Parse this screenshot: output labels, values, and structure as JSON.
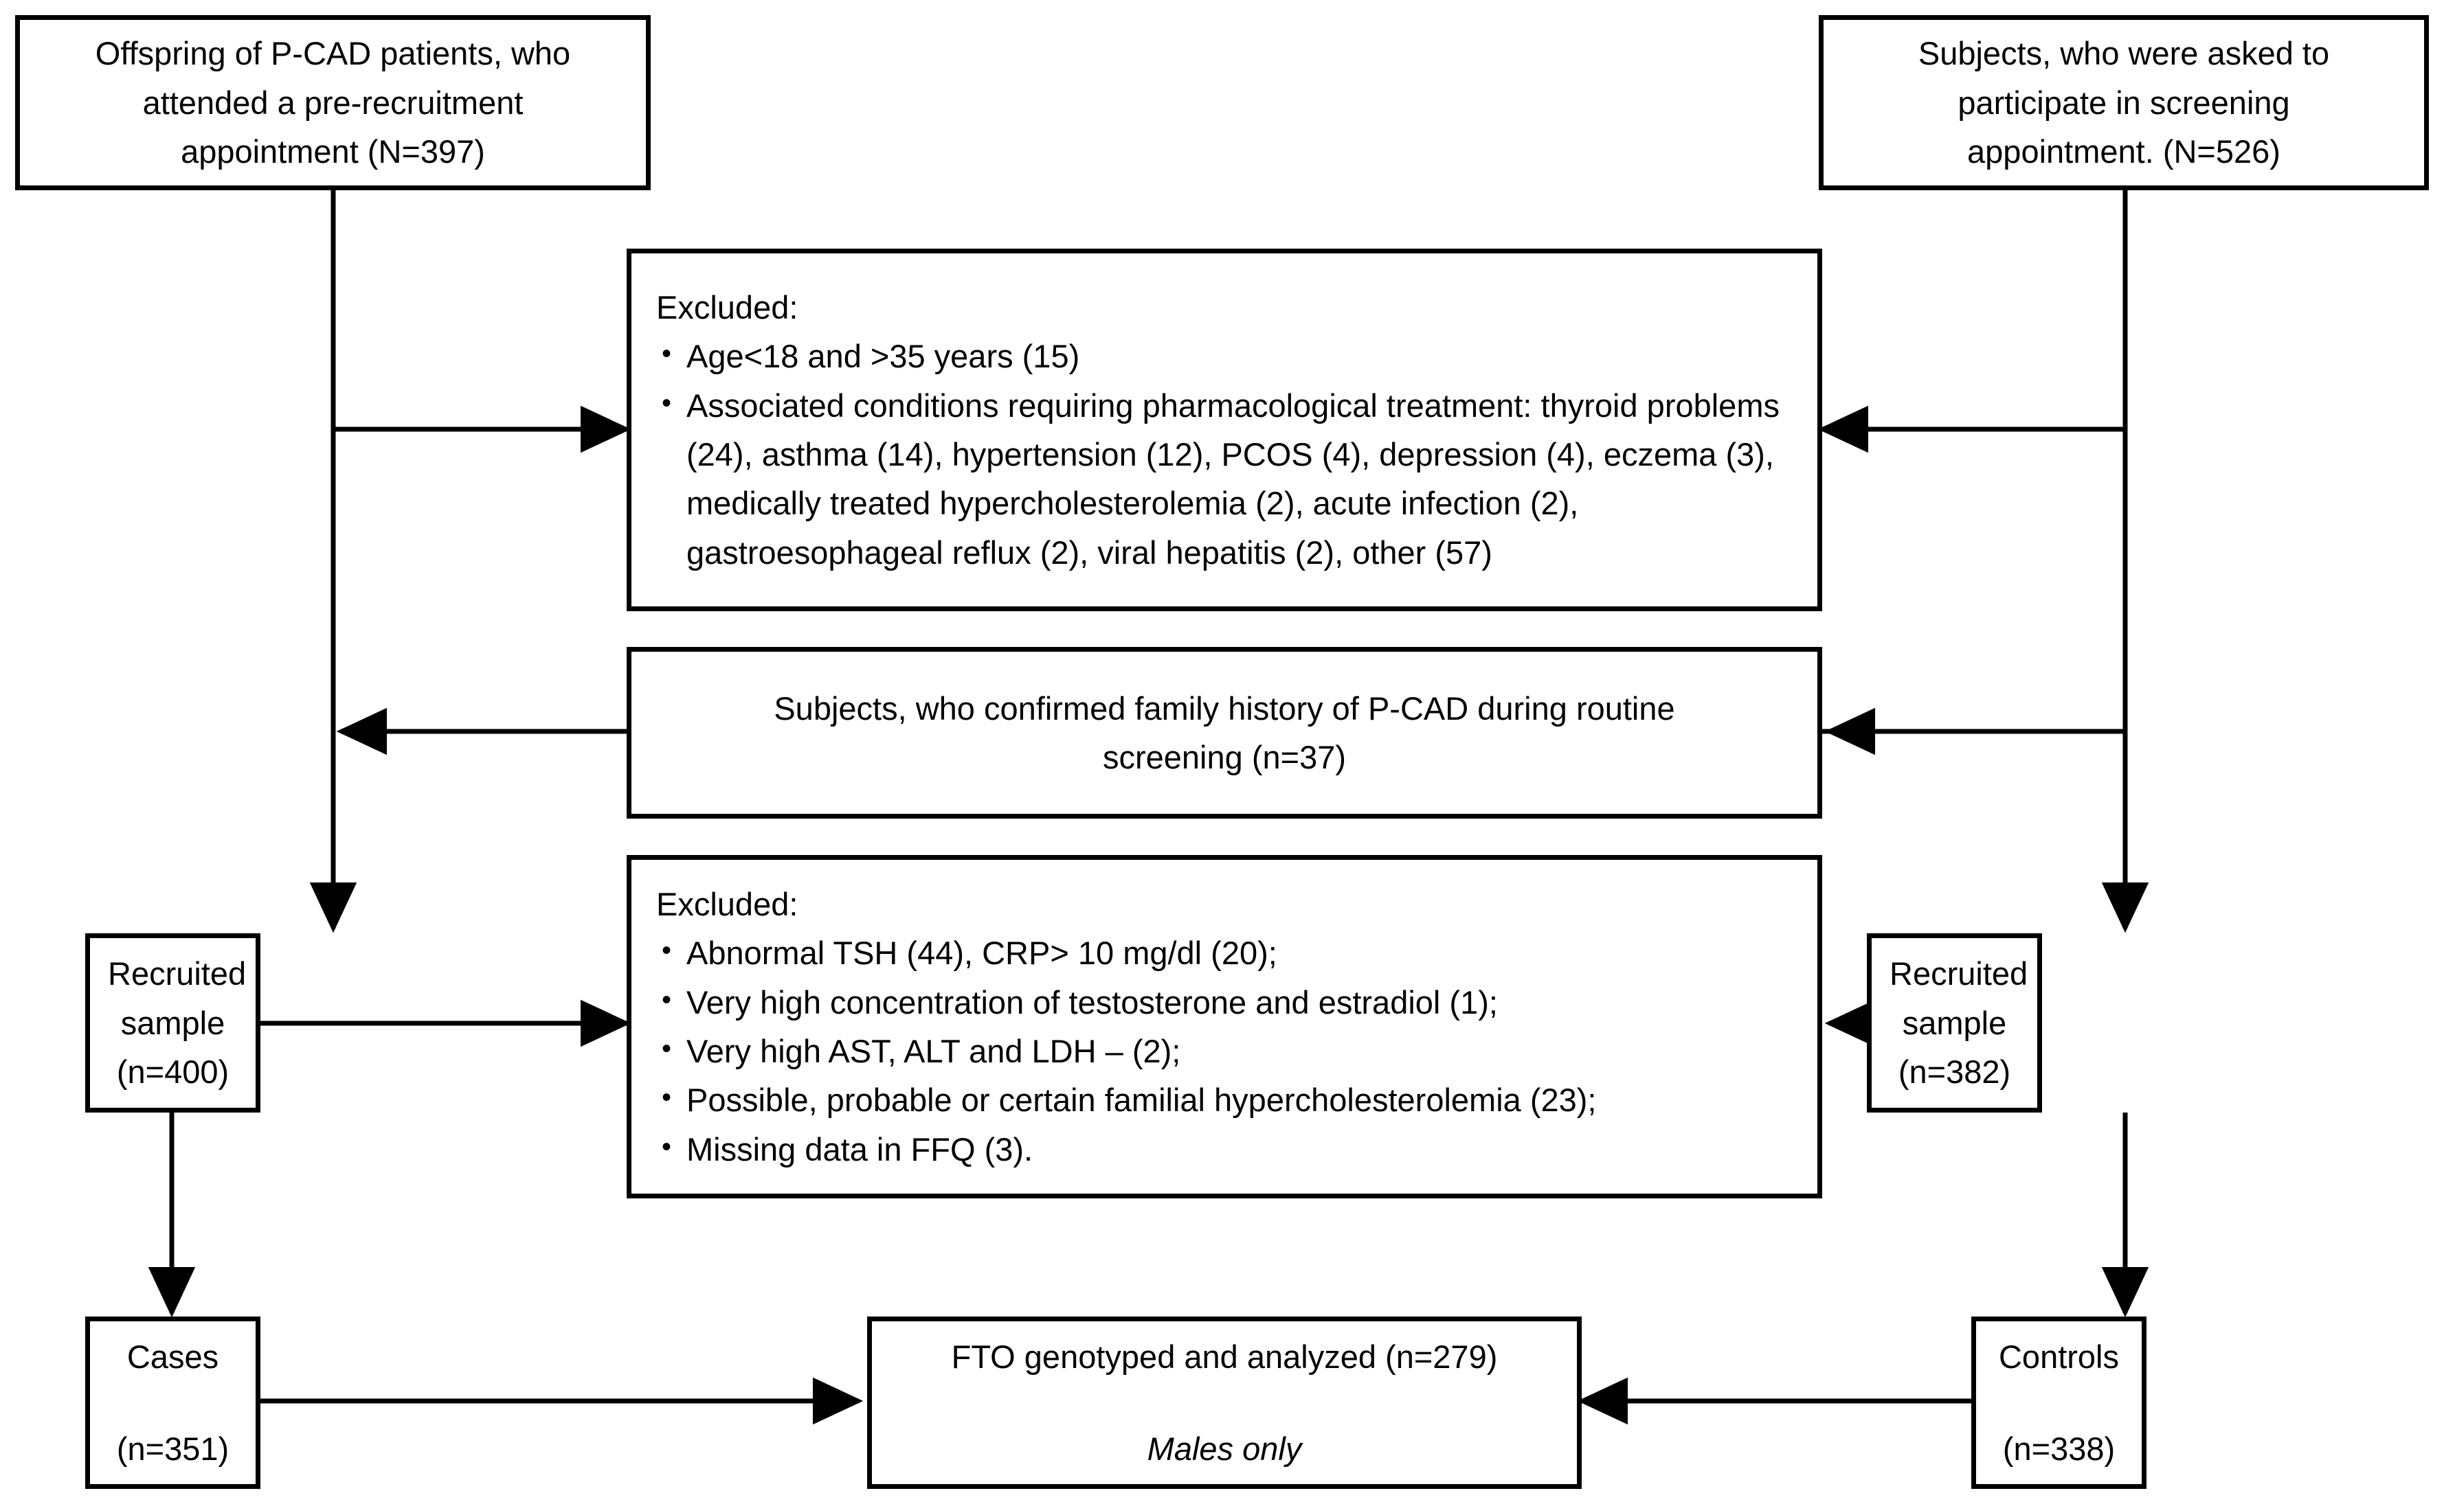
{
  "figure": {
    "type": "flowchart",
    "title": "Study recruitment flow diagram",
    "stroke_color": "#000000",
    "background_color": "#ffffff"
  },
  "nodes": {
    "source_cases": {
      "lines": [
        "Offspring of P-CAD patients, who",
        "attended a pre-recruitment",
        "appointment (N=397)"
      ]
    },
    "source_controls": {
      "lines": [
        "Subjects, who were asked to",
        "participate in screening",
        "appointment. (N=526)"
      ]
    },
    "excluded_top": {
      "heading": "Excluded:",
      "items": [
        "Age<18 and >35 years (15)",
        "Associated conditions requiring pharmacological treatment: thyroid problems (24), asthma (14), hypertension (12), PCOS (4), depression (4), eczema (3), medically treated hypercholesterolemia (2), acute infection (2), gastroesophageal reflux (2), viral hepatitis (2), other (57)"
      ]
    },
    "confirmed_family_history": {
      "lines": [
        "Subjects, who confirmed family history of P-CAD during routine",
        "screening (n=37)"
      ]
    },
    "excluded_bottom": {
      "heading": "Excluded:",
      "items": [
        "Abnormal TSH (44), CRP> 10 mg/dl (20);",
        "Very high concentration of testosterone and estradiol (1);",
        "Very high AST, ALT and LDH – (2);",
        "Possible, probable or certain familial hypercholesterolemia (23);",
        "Missing data in FFQ (3)."
      ]
    },
    "recruited_left": {
      "line1": "Recruited sample",
      "line2": "(n=400)"
    },
    "recruited_right": {
      "line1": "Recruited sample",
      "line2": "(n=382)"
    },
    "cases": {
      "line1": "Cases",
      "line2": "(n=351)"
    },
    "controls": {
      "line1": "Controls",
      "line2": "(n=338)"
    },
    "genotyped": {
      "line1": "FTO genotyped and analyzed (n=279)",
      "line2": "Males only"
    }
  },
  "edges": [
    {
      "name": "source-cases-to-excluded-top",
      "direction": "right"
    },
    {
      "name": "source-controls-to-excluded-top",
      "direction": "left"
    },
    {
      "name": "confirmed-family-history-to-left-trunk",
      "direction": "left"
    },
    {
      "name": "confirmed-family-history-to-right-trunk",
      "direction": "left"
    },
    {
      "name": "left-trunk-to-recruited-left",
      "direction": "down"
    },
    {
      "name": "right-trunk-to-recruited-right",
      "direction": "down"
    },
    {
      "name": "recruited-left-to-excluded-bottom",
      "direction": "right"
    },
    {
      "name": "recruited-right-to-excluded-bottom",
      "direction": "left"
    },
    {
      "name": "recruited-left-to-cases",
      "direction": "down"
    },
    {
      "name": "recruited-right-to-controls",
      "direction": "down"
    },
    {
      "name": "cases-to-genotyped",
      "direction": "right"
    },
    {
      "name": "controls-to-genotyped",
      "direction": "left"
    }
  ]
}
